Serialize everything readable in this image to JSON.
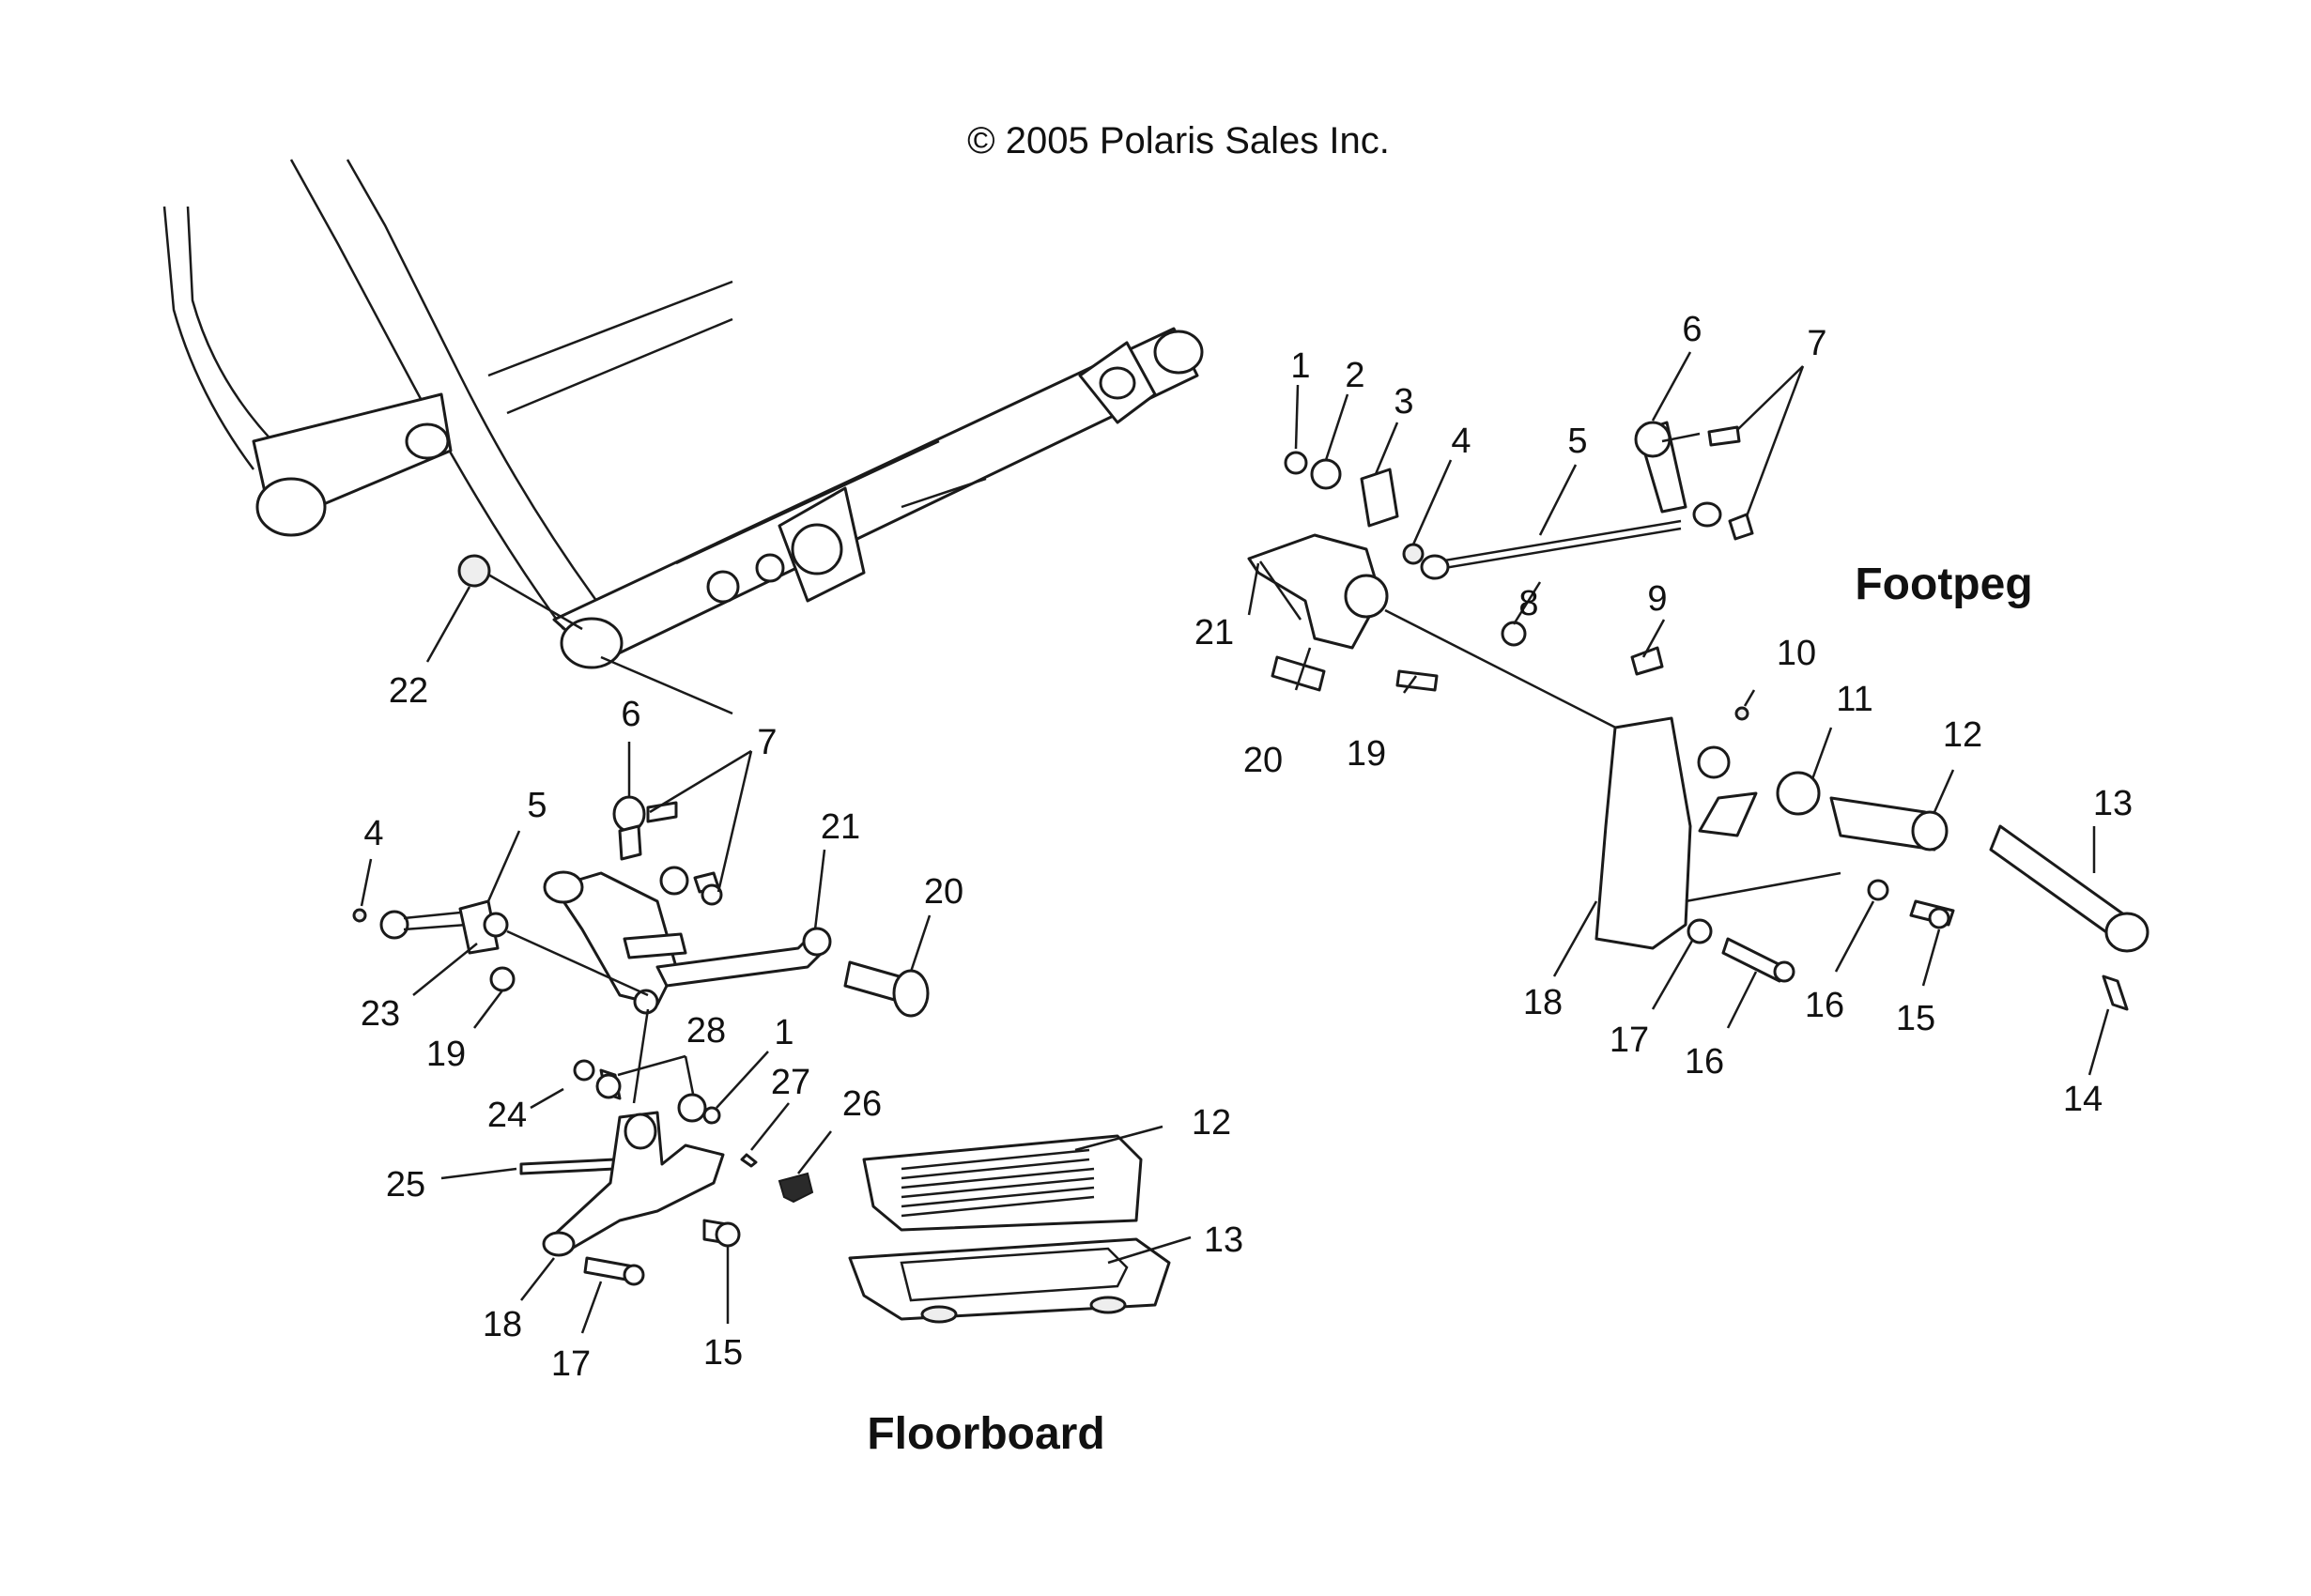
{
  "copyright": "© 2005 Polaris Sales Inc.",
  "sections": {
    "footpeg": "Footpeg",
    "floorboard": "Floorboard"
  },
  "callouts": {
    "frame": [
      "22",
      "6",
      "7"
    ],
    "footpeg": [
      "1",
      "2",
      "3",
      "4",
      "5",
      "6",
      "7",
      "21",
      "20",
      "19",
      "8",
      "9",
      "10",
      "11",
      "12",
      "13",
      "18",
      "16",
      "17",
      "16",
      "15",
      "14"
    ],
    "floorboard": [
      "4",
      "5",
      "23",
      "19",
      "21",
      "20",
      "28",
      "24",
      "1",
      "27",
      "26",
      "25",
      "18",
      "17",
      "15",
      "12",
      "13"
    ]
  }
}
